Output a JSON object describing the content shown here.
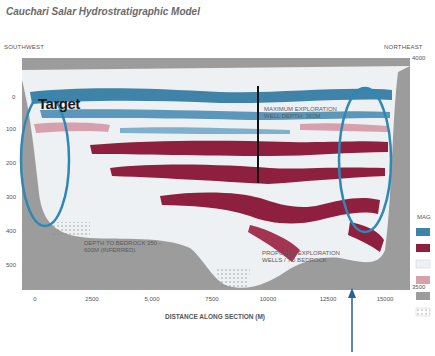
{
  "diagram": {
    "title": "Cauchari Salar Hydrostratigraphic Model",
    "labels": [
      "SOUTHWEST",
      "NORTHEAST",
      "4000",
      "0",
      "100",
      "200",
      "300",
      "400",
      "500",
      "Target",
      "MAXIMUM EXPLORATION WELL DEPTH: 360M",
      "DEPTH TO BEDROCK 350 - 600M (INFERRED)",
      "PROPOSED EXPLORATION WELLS / TO BEDROCK",
      "3500",
      "MAG",
      "0",
      "2500",
      "5,000",
      "7500",
      "10000",
      "12500",
      "15000",
      "DISTANCE ALONG SECTION (M)"
    ]
  }
}
